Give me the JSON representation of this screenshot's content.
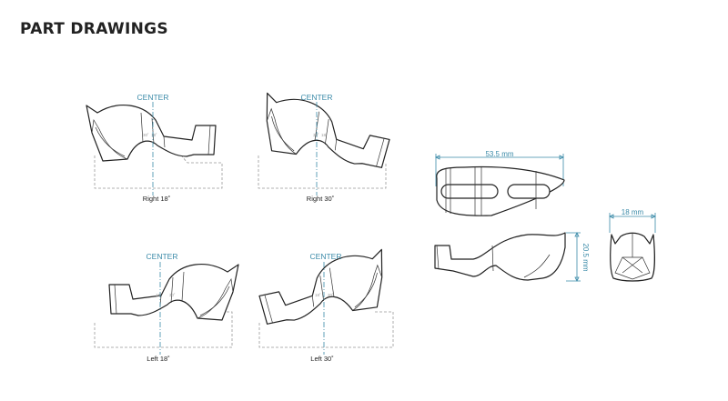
{
  "title": "PART DRAWINGS",
  "views": [
    {
      "label": "Right 18˚",
      "center": "CENTER",
      "angles": [
        "30˚",
        "18˚"
      ]
    },
    {
      "label": "Right 30˚",
      "center": "CENTER",
      "angles": [
        "30˚",
        "18˚"
      ]
    },
    {
      "label": "Left 18˚",
      "center": "CENTER",
      "angles": [
        "18˚",
        "30˚"
      ]
    },
    {
      "label": "Left 30˚",
      "center": "CENTER",
      "angles": [
        "18˚",
        "30˚"
      ]
    }
  ],
  "dimensions": {
    "length": "53.5 mm",
    "height": "20.5 mm",
    "width": "18 mm"
  },
  "colors": {
    "dimension": "#3a8aa8",
    "outline": "#222222"
  }
}
